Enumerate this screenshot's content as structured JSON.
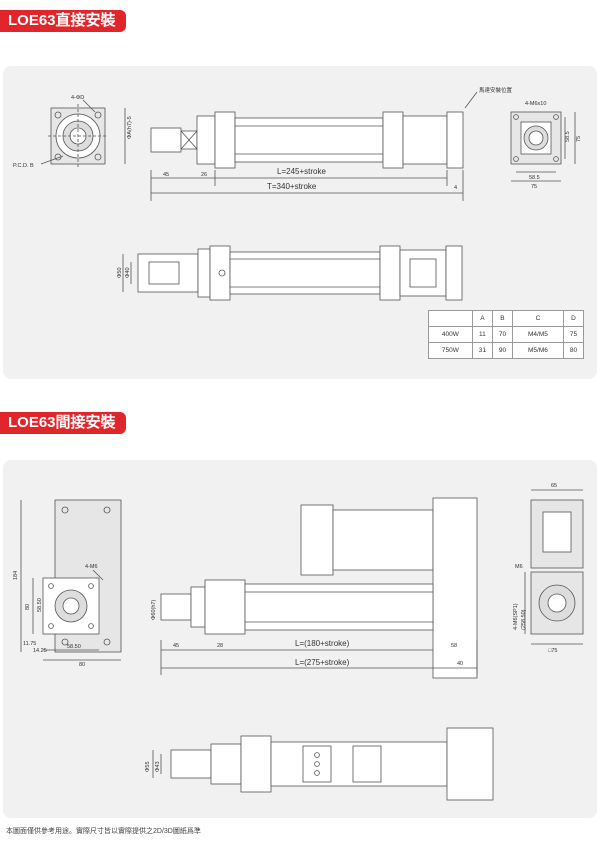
{
  "section1": {
    "title": "LOE63直接安裝",
    "labels": {
      "hole_callout": "4-ΦD",
      "pcd": "P.C.D. B",
      "dim_a": "ΦA(h7)-5",
      "dim_45": "45",
      "dim_26": "26",
      "dim_L": "L=245+stroke",
      "dim_T": "T=340+stroke",
      "dim_4": "4",
      "sensor_position": "馬達安裝位置",
      "end_holes": "4-M6x10",
      "dim_585_v": "58.5",
      "dim_75_v": "75",
      "dim_585_h": "58.5",
      "dim_75_h": "75",
      "dim_phi50": "Φ50",
      "dim_phi40": "Φ40"
    },
    "table": {
      "headers": [
        "",
        "A",
        "B",
        "C",
        "D"
      ],
      "rows": [
        [
          "400W",
          "11",
          "70",
          "M4/M5",
          "75"
        ],
        [
          "750W",
          "31",
          "90",
          "M5/M6",
          "80"
        ]
      ]
    }
  },
  "section2": {
    "title": "LOE63間接安裝",
    "labels": {
      "dim_184": "184",
      "dim_80": "80",
      "dim_585_v": "58.50",
      "dim_1175": "11.75",
      "dim_1425": "14.25",
      "dim_585_h": "58.50",
      "dim_80_h": "80",
      "hole_callout": "4-M6",
      "dim_phi60": "Φ60(h7)",
      "dim_45": "45",
      "dim_28": "28",
      "dim_L180": "L=(180+stroke)",
      "dim_L275": "L=(275+stroke)",
      "dim_58": "58",
      "dim_40": "40",
      "dim_65": "65",
      "dim_m6": "M6",
      "dim_side1": "4-M6(SP1)",
      "dim_side2": "(258.50)",
      "dim_75": "□75",
      "dim_phi55": "Φ55",
      "dim_phi43": "Φ43"
    }
  },
  "footnote": "本圖面僅供參考用途。實際尺寸皆以實際提供之2D/3D圖紙爲準"
}
